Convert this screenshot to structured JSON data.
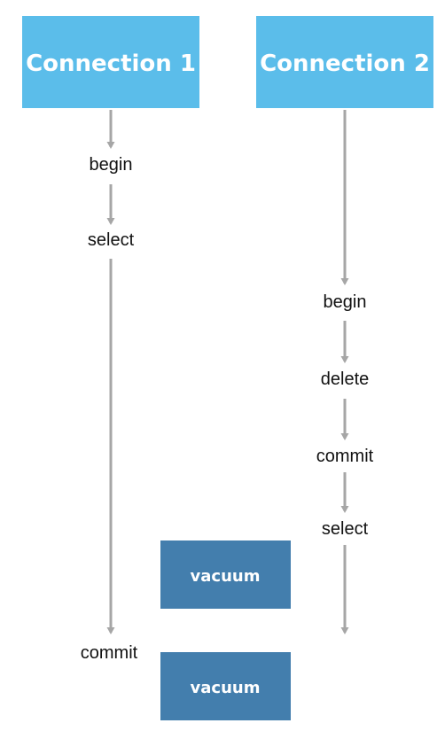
{
  "colors": {
    "header_bg": "#5bbdea",
    "vacuum_bg": "#437ead",
    "arrow": "#a6a6a6",
    "text": "#111111"
  },
  "connection1": {
    "title": "Connection 1",
    "steps": [
      "begin",
      "select",
      "commit"
    ]
  },
  "connection2": {
    "title": "Connection 2",
    "steps": [
      "begin",
      "delete",
      "commit",
      "select"
    ]
  },
  "vacuum": {
    "first_label": "vacuum",
    "second_label": "vacuum"
  }
}
